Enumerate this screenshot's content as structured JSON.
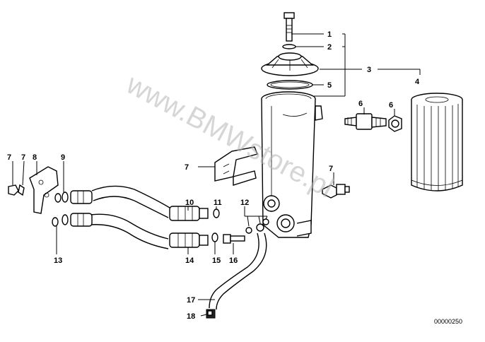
{
  "diagram": {
    "reference_code": "00000250",
    "watermark": "www.BMWstore.pl",
    "callouts": [
      "1",
      "2",
      "3",
      "4",
      "5",
      "6",
      "6",
      "7",
      "7",
      "7",
      "7",
      "8",
      "9",
      "10",
      "11",
      "12",
      "13",
      "14",
      "15",
      "16",
      "17",
      "18"
    ]
  }
}
